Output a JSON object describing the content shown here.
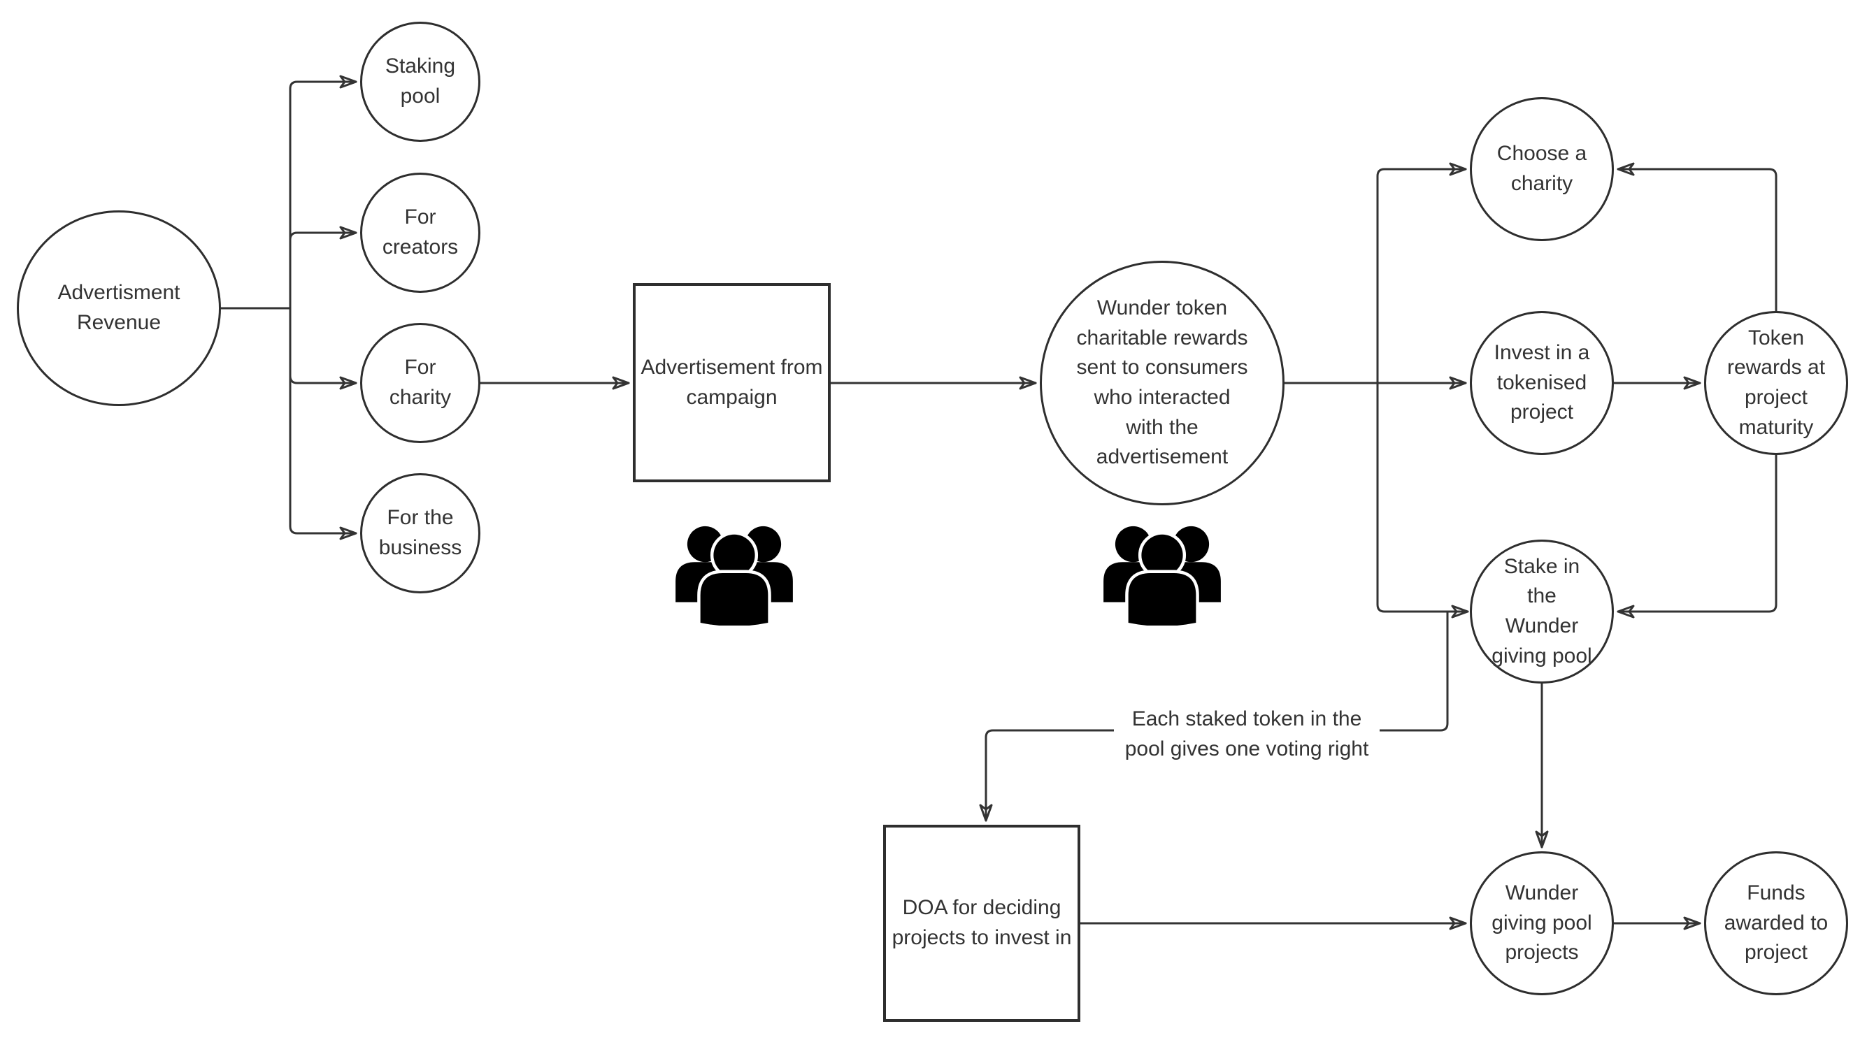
{
  "diagram": {
    "background": "#ffffff",
    "stroke_color": "#333333",
    "text_color": "#333333",
    "icon_color": "#000000",
    "nodes": {
      "advertisment_revenue": "Advertisment\nRevenue",
      "staking_pool": "Staking\npool",
      "for_creators": "For\ncreators",
      "for_charity": "For\ncharity",
      "for_the_business": "For the\nbusiness",
      "advertisement_from_campaign": "Advertisement from\ncampaign",
      "wunder_token_rewards": "Wunder token\ncharitable rewards\nsent to consumers\nwho interacted\nwith the\nadvertisement",
      "choose_a_charity": "Choose a\ncharity",
      "invest_tokenised_project": "Invest in a\ntokenised\nproject",
      "token_rewards_maturity": "Token\nrewards at\nproject\nmaturity",
      "stake_wunder_giving_pool": "Stake in\nthe\nWunder\ngiving pool",
      "doa_deciding_projects": "DOA for deciding\nprojects to invest in",
      "wunder_giving_pool_projects": "Wunder\ngiving pool\nprojects",
      "funds_awarded_to_project": "Funds\nawarded to\nproject"
    },
    "annotations": {
      "voting_rights": "Each staked token in the\npool gives one voting right"
    },
    "icons": {
      "consumers_group_1": "people-group-icon",
      "consumers_group_2": "people-group-icon"
    }
  }
}
